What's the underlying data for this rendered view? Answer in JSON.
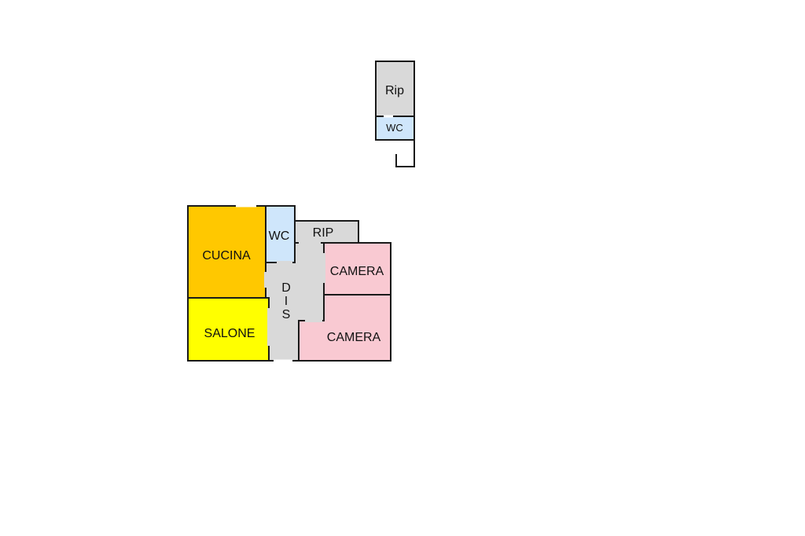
{
  "colors": {
    "cucina": "#ffc800",
    "salone": "#ffff00",
    "bath": "#cfe6fb",
    "service": "#d9d9d9",
    "camera": "#f9c9d2"
  },
  "upper_unit": {
    "storage_label": "Rip",
    "bath_label": "WC"
  },
  "main_unit": {
    "kitchen_label": "CUCINA",
    "living_label": "SALONE",
    "bath_label": "WC",
    "storage_label": "RIP",
    "hall_letters": [
      "D",
      "I",
      "S"
    ],
    "bedroom_1_label": "CAMERA",
    "bedroom_2_label": "CAMERA"
  }
}
